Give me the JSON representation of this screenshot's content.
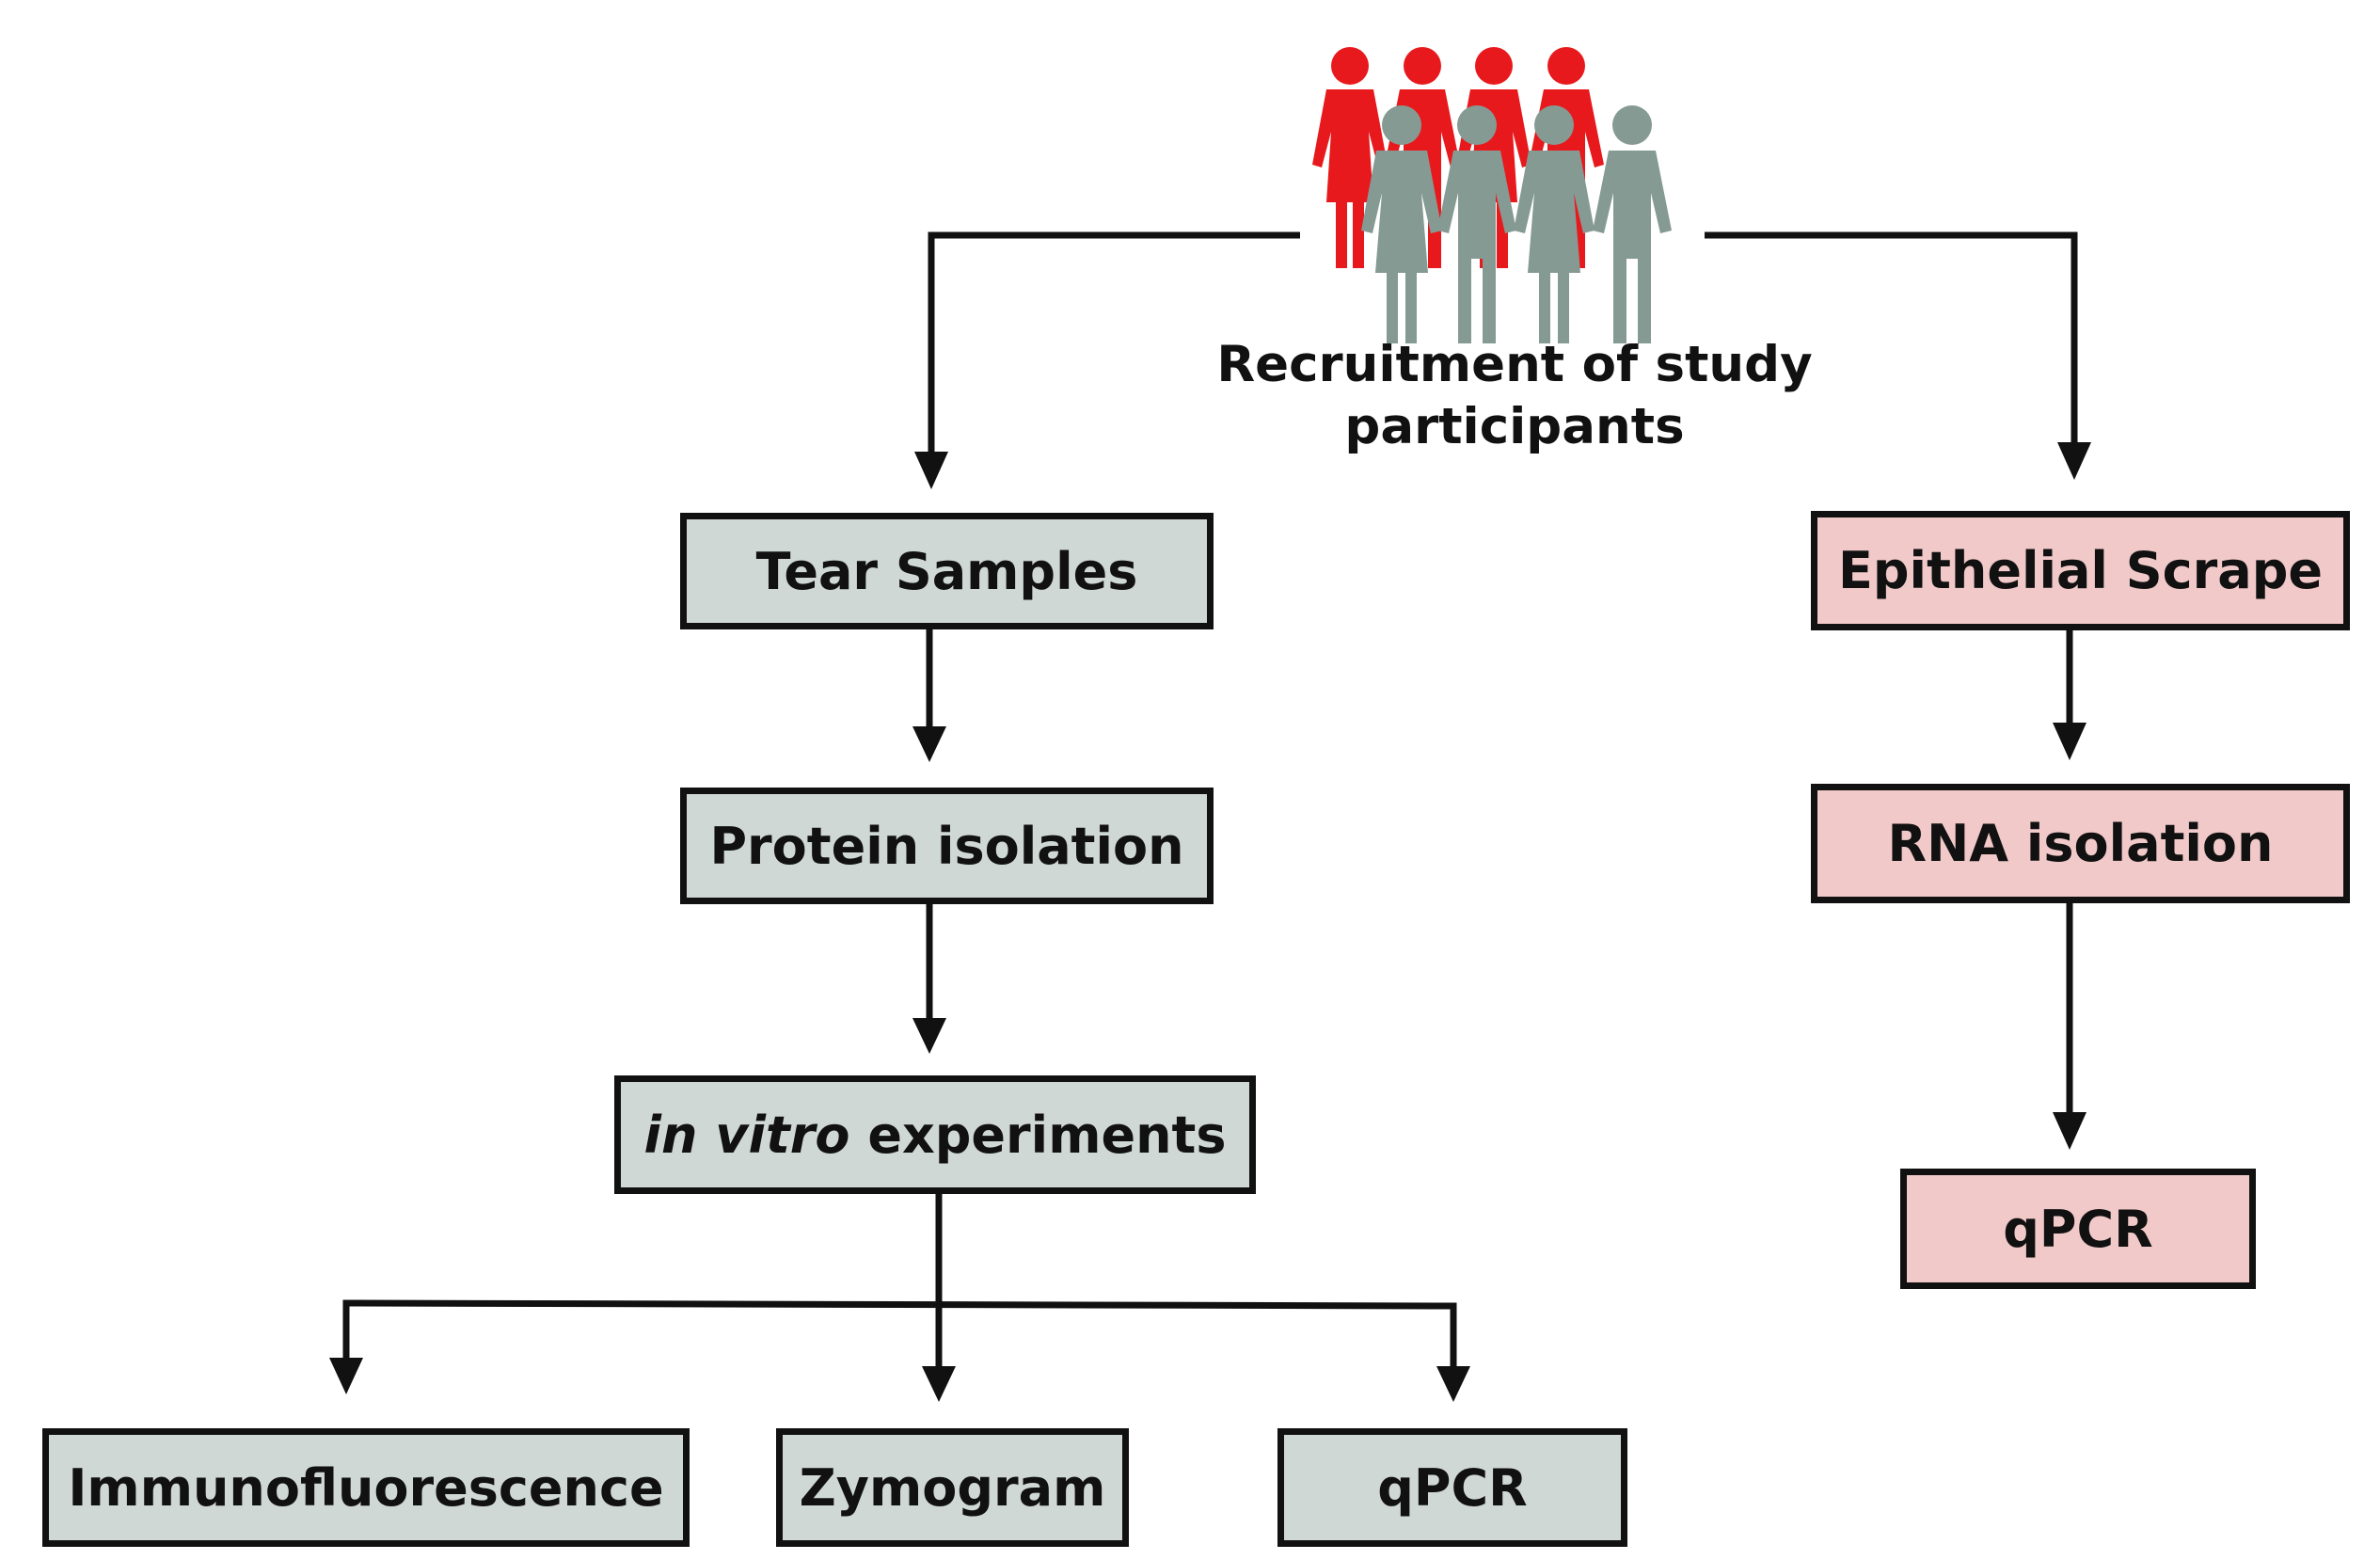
{
  "title": {
    "line1": "Recruitment of study",
    "line2": "participants"
  },
  "left_branch": {
    "tear_samples": "Tear Samples",
    "protein_isolation": "Protein isolation",
    "in_vitro_italic": "in vitro",
    "in_vitro_rest": " experiments",
    "immunofluorescence": "Immunofluorescence",
    "zymogram": "Zymogram",
    "qpcr": "qPCR"
  },
  "right_branch": {
    "epithelial_scrape": "Epithelial Scrape",
    "rna_isolation": "RNA isolation",
    "qpcr": "qPCR"
  },
  "colors": {
    "grey_box": "#cfd8d4",
    "pink_box": "#f2c9c9",
    "red_figures": "#e8191c",
    "grey_figures": "#869a94",
    "lines": "#111111"
  },
  "icons": {
    "participants": "people-group-icon"
  }
}
